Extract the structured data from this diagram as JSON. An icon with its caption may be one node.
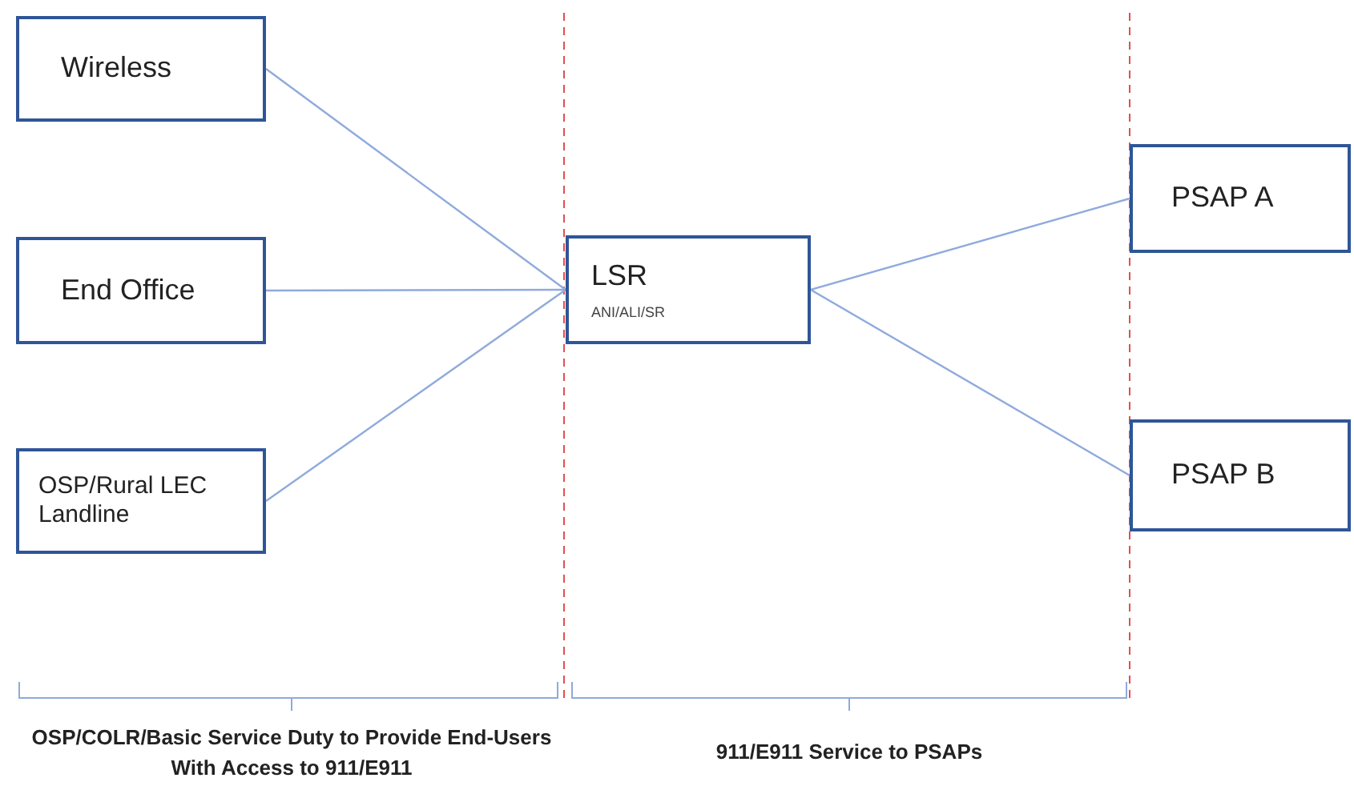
{
  "diagram": {
    "nodes": [
      {
        "text": [
          "Wireless"
        ]
      },
      {
        "text": [
          "End Office"
        ]
      },
      {
        "text": [
          "OSP/Rural LEC Landline"
        ]
      },
      {
        "text": [
          "LSR",
          "ANI/ALI/SR"
        ]
      },
      {
        "text": [
          "PSAP A"
        ]
      },
      {
        "text": [
          "PSAP B"
        ]
      }
    ],
    "edges": [
      {
        "from": 0,
        "to": 3,
        "arrow": "none"
      },
      {
        "from": 1,
        "to": 3,
        "arrow": "none"
      },
      {
        "from": 2,
        "to": 3,
        "arrow": "none"
      },
      {
        "from": 3,
        "to": 4,
        "arrow": "none"
      },
      {
        "from": 3,
        "to": 5,
        "arrow": "none"
      }
    ],
    "labels": [
      "OSP/COLR/Basic Service Duty to Provide End-Users With Access to 911/E911",
      "911/E911 Service to PSAPs"
    ]
  }
}
